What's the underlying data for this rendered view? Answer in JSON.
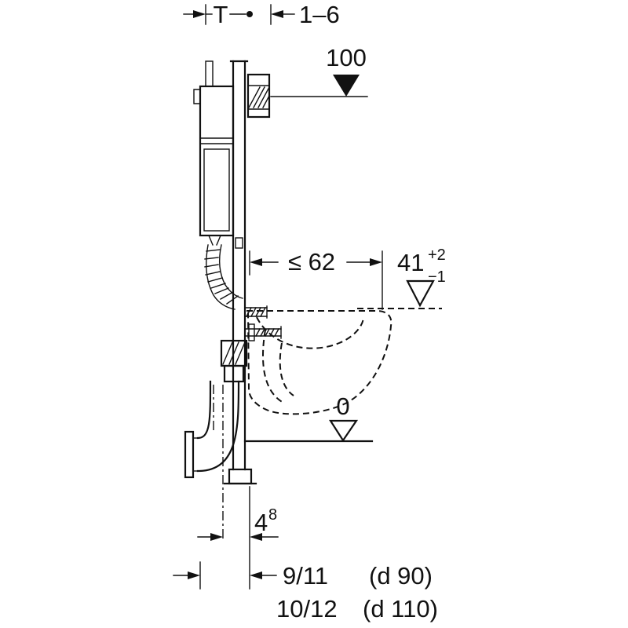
{
  "diagram": {
    "type": "installation-drawing",
    "colors": {
      "line": "#111111",
      "background": "#ffffff"
    },
    "labels": {
      "wall_thickness": "T",
      "plate_depth_range": "1–6",
      "level_top": "100",
      "pan_fixing_depth": "≤ 62",
      "pan_height": "41",
      "pan_height_tol_plus": "+2",
      "pan_height_tol_minus": "−1",
      "level_floor": "0",
      "outlet_offset": "4",
      "outlet_offset_sup": "8",
      "outlet_row1_value": "9/11",
      "outlet_row1_pipe": "(d 90)",
      "outlet_row2_value": "10/12",
      "outlet_row2_pipe": "(d 110)"
    }
  }
}
